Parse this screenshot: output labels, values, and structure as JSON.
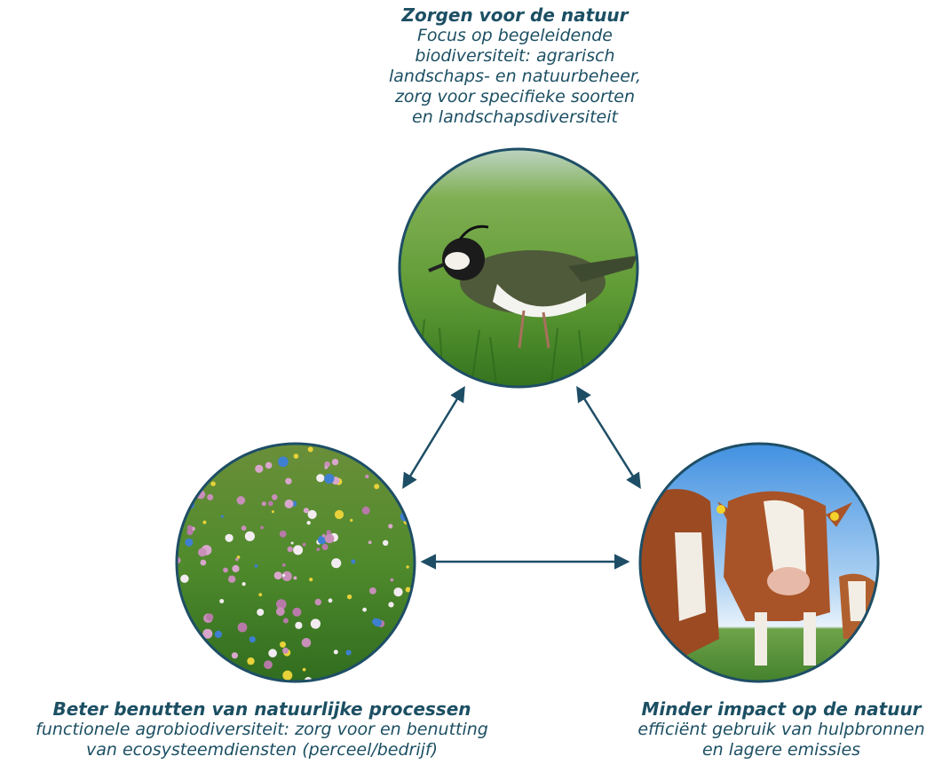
{
  "colors": {
    "text": "#1c4f63",
    "ring": "#1e4e66",
    "arrow": "#1e4e66"
  },
  "top": {
    "title": "Zorgen voor de natuur",
    "lines": [
      "Focus op begeleidende",
      "biodiversiteit: agrarisch",
      "landschaps- en natuurbeheer,",
      "zorg voor specifieke soorten",
      "en landschapsdiversiteit"
    ],
    "photo": "lapwing-bird-photo"
  },
  "left": {
    "title": "Beter benutten van natuurlijke processen",
    "lines": [
      "functionele agrobiodiversiteit: zorg voor en benutting",
      "van ecosysteemdiensten (perceel/bedrijf)"
    ],
    "photo": "wildflower-meadow-photo"
  },
  "right": {
    "title": "Minder impact op de natuur",
    "lines": [
      "efficiënt gebruik van hulpbronnen",
      "en lagere emissies"
    ],
    "photo": "cows-photo"
  }
}
